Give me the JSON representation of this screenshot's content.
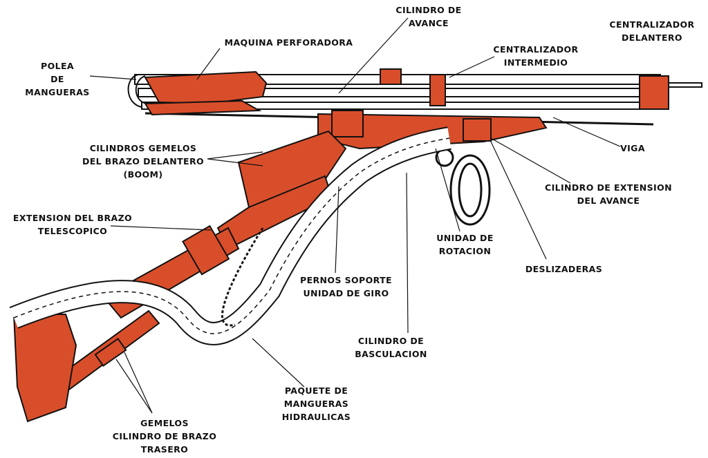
{
  "colors": {
    "metal": "#d94e2a",
    "ink": "#111111",
    "hose": "#ffffff",
    "background": "#ffffff"
  },
  "labels": {
    "polea": [
      "POLEA",
      "DE",
      "MANGUERAS"
    ],
    "maquina": [
      "MAQUINA PERFORADORA"
    ],
    "cil_avance": [
      "CILINDRO DE",
      "AVANCE"
    ],
    "cent_intermedio": [
      "CENTRALIZADOR",
      "INTERMEDIO"
    ],
    "cent_delantero": [
      "CENTRALIZADOR",
      "DELANTERO"
    ],
    "viga": [
      "VIGA"
    ],
    "cil_gemelos": [
      "CILINDROS GEMELOS",
      "DEL BRAZO DELANTERO",
      "(BOOM)"
    ],
    "cil_extension": [
      "CILINDRO DE EXTENSION",
      "DEL AVANCE"
    ],
    "ext_brazo": [
      "EXTENSION DEL BRAZO",
      "TELESCOPICO"
    ],
    "unidad_rot": [
      "UNIDAD DE",
      "ROTACION"
    ],
    "deslizaderas": [
      "DESLIZADERAS"
    ],
    "pernos": [
      "PERNOS SOPORTE",
      "UNIDAD DE GIRO"
    ],
    "cil_basc": [
      "CILINDRO DE",
      "BASCULACION"
    ],
    "paquete": [
      "PAQUETE DE",
      "MANGUERAS",
      "HIDRAULICAS"
    ],
    "gemelos_tras": [
      "GEMELOS",
      "CILINDRO DE BRAZO",
      "TRASERO"
    ]
  }
}
